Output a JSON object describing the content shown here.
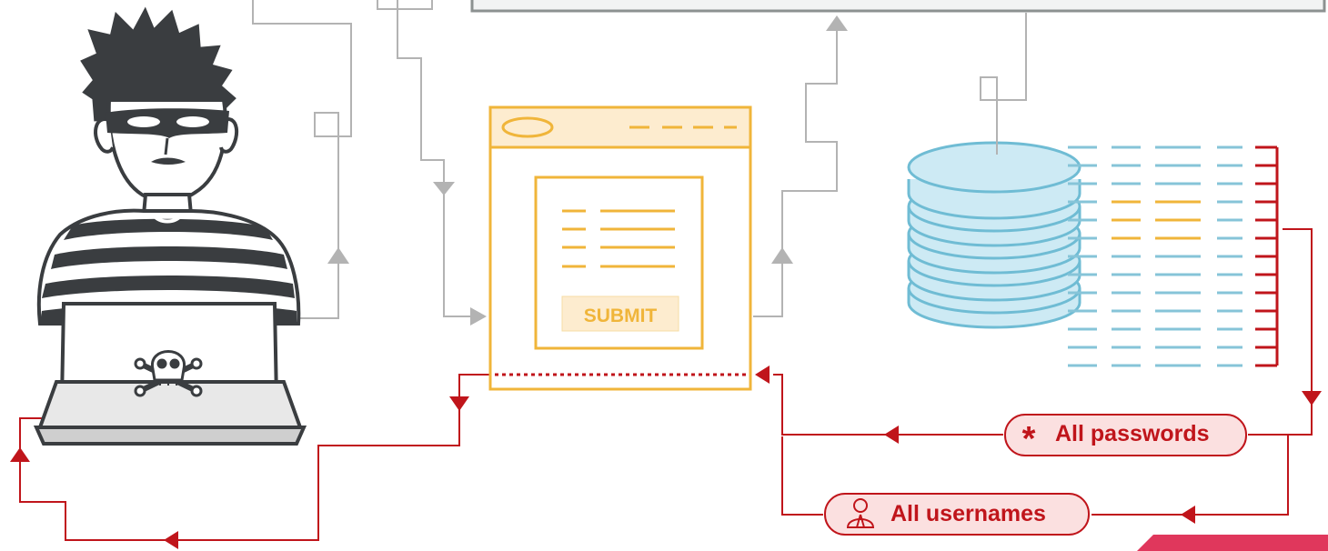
{
  "form": {
    "submit_label": "SUBMIT"
  },
  "outputs": {
    "passwords_label": "All passwords",
    "usernames_label": "All usernames"
  },
  "icons": {
    "attacker": "attacker-icon",
    "skull": "skull-crossbones-icon",
    "database": "database-icon",
    "asterisk": "asterisk-icon",
    "user": "user-icon"
  },
  "colors": {
    "request_flow": "#b3b3b3",
    "exfil_flow": "#c0151b",
    "form_accent": "#f0b53a",
    "form_fill": "#fdeccf",
    "db_fill": "#cdeaf4",
    "db_stroke": "#6fbcd4",
    "label_fill": "#fbe0e0",
    "corner_accent": "#e0375c"
  }
}
